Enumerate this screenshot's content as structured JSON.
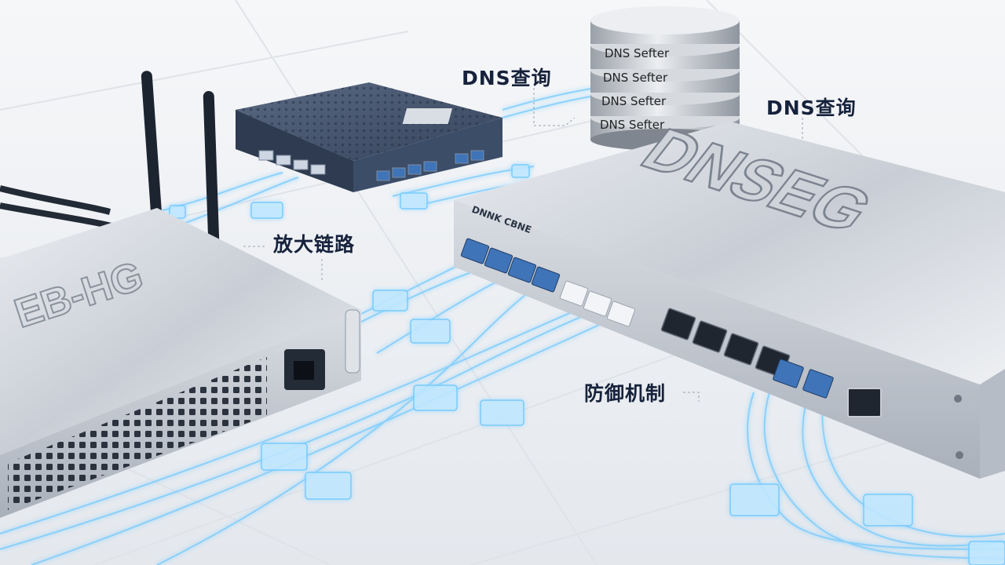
{
  "labels": {
    "dns_query_left": "DNS查询",
    "dns_query_right": "DNS查询",
    "amplification_link": "放大链路",
    "defense_mechanism": "防御机制"
  },
  "devices": {
    "server_stack_label": "DNS Sefter",
    "main_switch_brand": "DNSEG",
    "main_switch_panel_text": "DNNK CBNE",
    "left_router_brand": "EB-HG"
  },
  "colors": {
    "background": "#eef1f4",
    "text": "#16223b",
    "fiber_glow": "#6cc8ff",
    "metal": "#c9ced6",
    "navy_device": "#3c4d68"
  }
}
